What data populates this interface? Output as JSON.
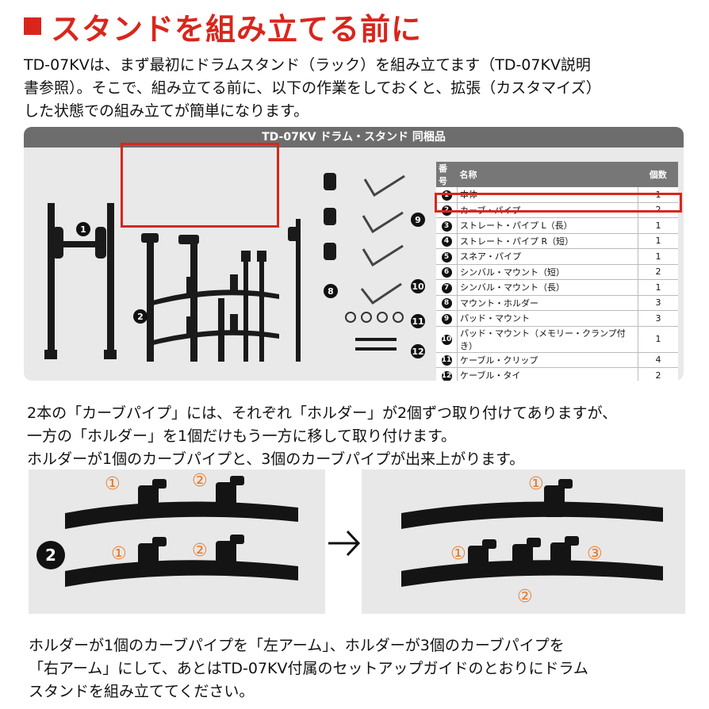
{
  "heading": {
    "title": "スタンドを組み立てる前に",
    "accent_color": "#d9261c"
  },
  "intro": {
    "line1": "TD-07KVは、まず最初にドラムスタンド（ラック）を組み立てます（TD-07KV説明",
    "line2": "書参照）。そこで、組み立てる前に、以下の作業をしておくと、拡張（カスタマイズ）",
    "line3": "した状態での組み立てが簡単になります。"
  },
  "panel": {
    "header": "TD-07KV ドラム・スタンド 同梱品",
    "part_numbers": [
      "1",
      "2",
      "3",
      "4",
      "5",
      "6",
      "7",
      "8",
      "9",
      "10",
      "11",
      "12"
    ],
    "table": {
      "headers": {
        "num": "番号",
        "name": "名称",
        "count": "個数"
      },
      "rows": [
        {
          "num": "1",
          "name": "本体",
          "count": "1"
        },
        {
          "num": "2",
          "name": "カーブ・パイプ",
          "count": "2"
        },
        {
          "num": "3",
          "name": "ストレート・パイプ L（長）",
          "count": "1"
        },
        {
          "num": "4",
          "name": "ストレート・パイプ R（短）",
          "count": "1"
        },
        {
          "num": "5",
          "name": "スネア・パイプ",
          "count": "1"
        },
        {
          "num": "6",
          "name": "シンバル・マウント（短）",
          "count": "2"
        },
        {
          "num": "7",
          "name": "シンバル・マウント（長）",
          "count": "1"
        },
        {
          "num": "8",
          "name": "マウント・ホルダー",
          "count": "3"
        },
        {
          "num": "9",
          "name": "パッド・マウント",
          "count": "3"
        },
        {
          "num": "10",
          "name": "パッド・マウント（メモリー・クランプ付き）",
          "count": "1"
        },
        {
          "num": "11",
          "name": "ケーブル・クリップ",
          "count": "4"
        },
        {
          "num": "12",
          "name": "ケーブル・タイ",
          "count": "2"
        }
      ]
    }
  },
  "para2": {
    "line1": "2本の「カーブパイプ」には、それぞれ「ホルダー」が2個ずつ取り付けてありますが、",
    "line2": "一方の「ホルダー」を1個だけもう一方に移して取り付けます。",
    "line3": "ホルダーが1個のカーブパイプと、3個のカーブパイプが出来上がります。"
  },
  "photos": {
    "badge": "2",
    "marks": {
      "one": "①",
      "two": "②",
      "three": "③"
    },
    "arrow_icon": "right-arrow-icon",
    "marker_color": "#e57a2a"
  },
  "para3": {
    "line1": "ホルダーが1個のカーブパイプを「左アーム」、ホルダーが3個のカーブパイプを",
    "line2": "「右アーム」にして、あとはTD-07KV付属のセットアップガイドのとおりにドラム",
    "line3": "スタンドを組み立ててください。"
  }
}
